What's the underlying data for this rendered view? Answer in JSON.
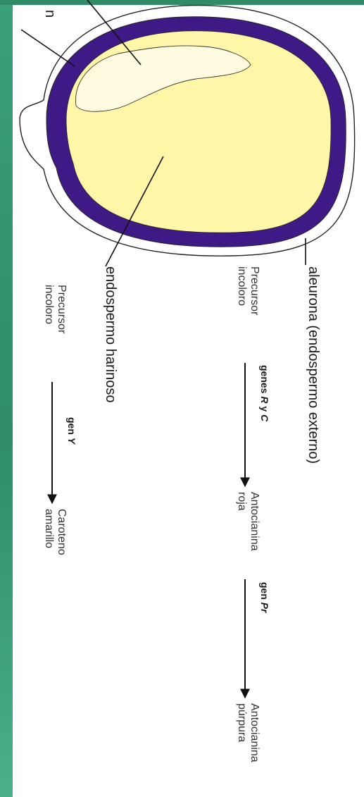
{
  "colors": {
    "side_bar": "#2f8c66",
    "aleurone": "#3f1a86",
    "endosperm": "#fff6a8",
    "embryo": "#fffbe0",
    "outline": "#222222"
  },
  "labels": {
    "top_partial": "n",
    "aleurona": "aleurona (endospermo externo)",
    "endospermo": "endospermo harinoso"
  },
  "pathway_anthocyanin": {
    "start": [
      "Precursor",
      "incoloro"
    ],
    "gene1": [
      "genes ",
      "R",
      " y ",
      "C"
    ],
    "mid": [
      "Antocianina",
      "roja"
    ],
    "gene2": [
      "gen ",
      "Pr"
    ],
    "end": [
      "Antocianina",
      "púrpura"
    ]
  },
  "pathway_carotene": {
    "start": [
      "Precursor",
      "incoloro"
    ],
    "gene": [
      "gen ",
      "Y"
    ],
    "end": [
      "Caroteno",
      "amarillo"
    ]
  }
}
